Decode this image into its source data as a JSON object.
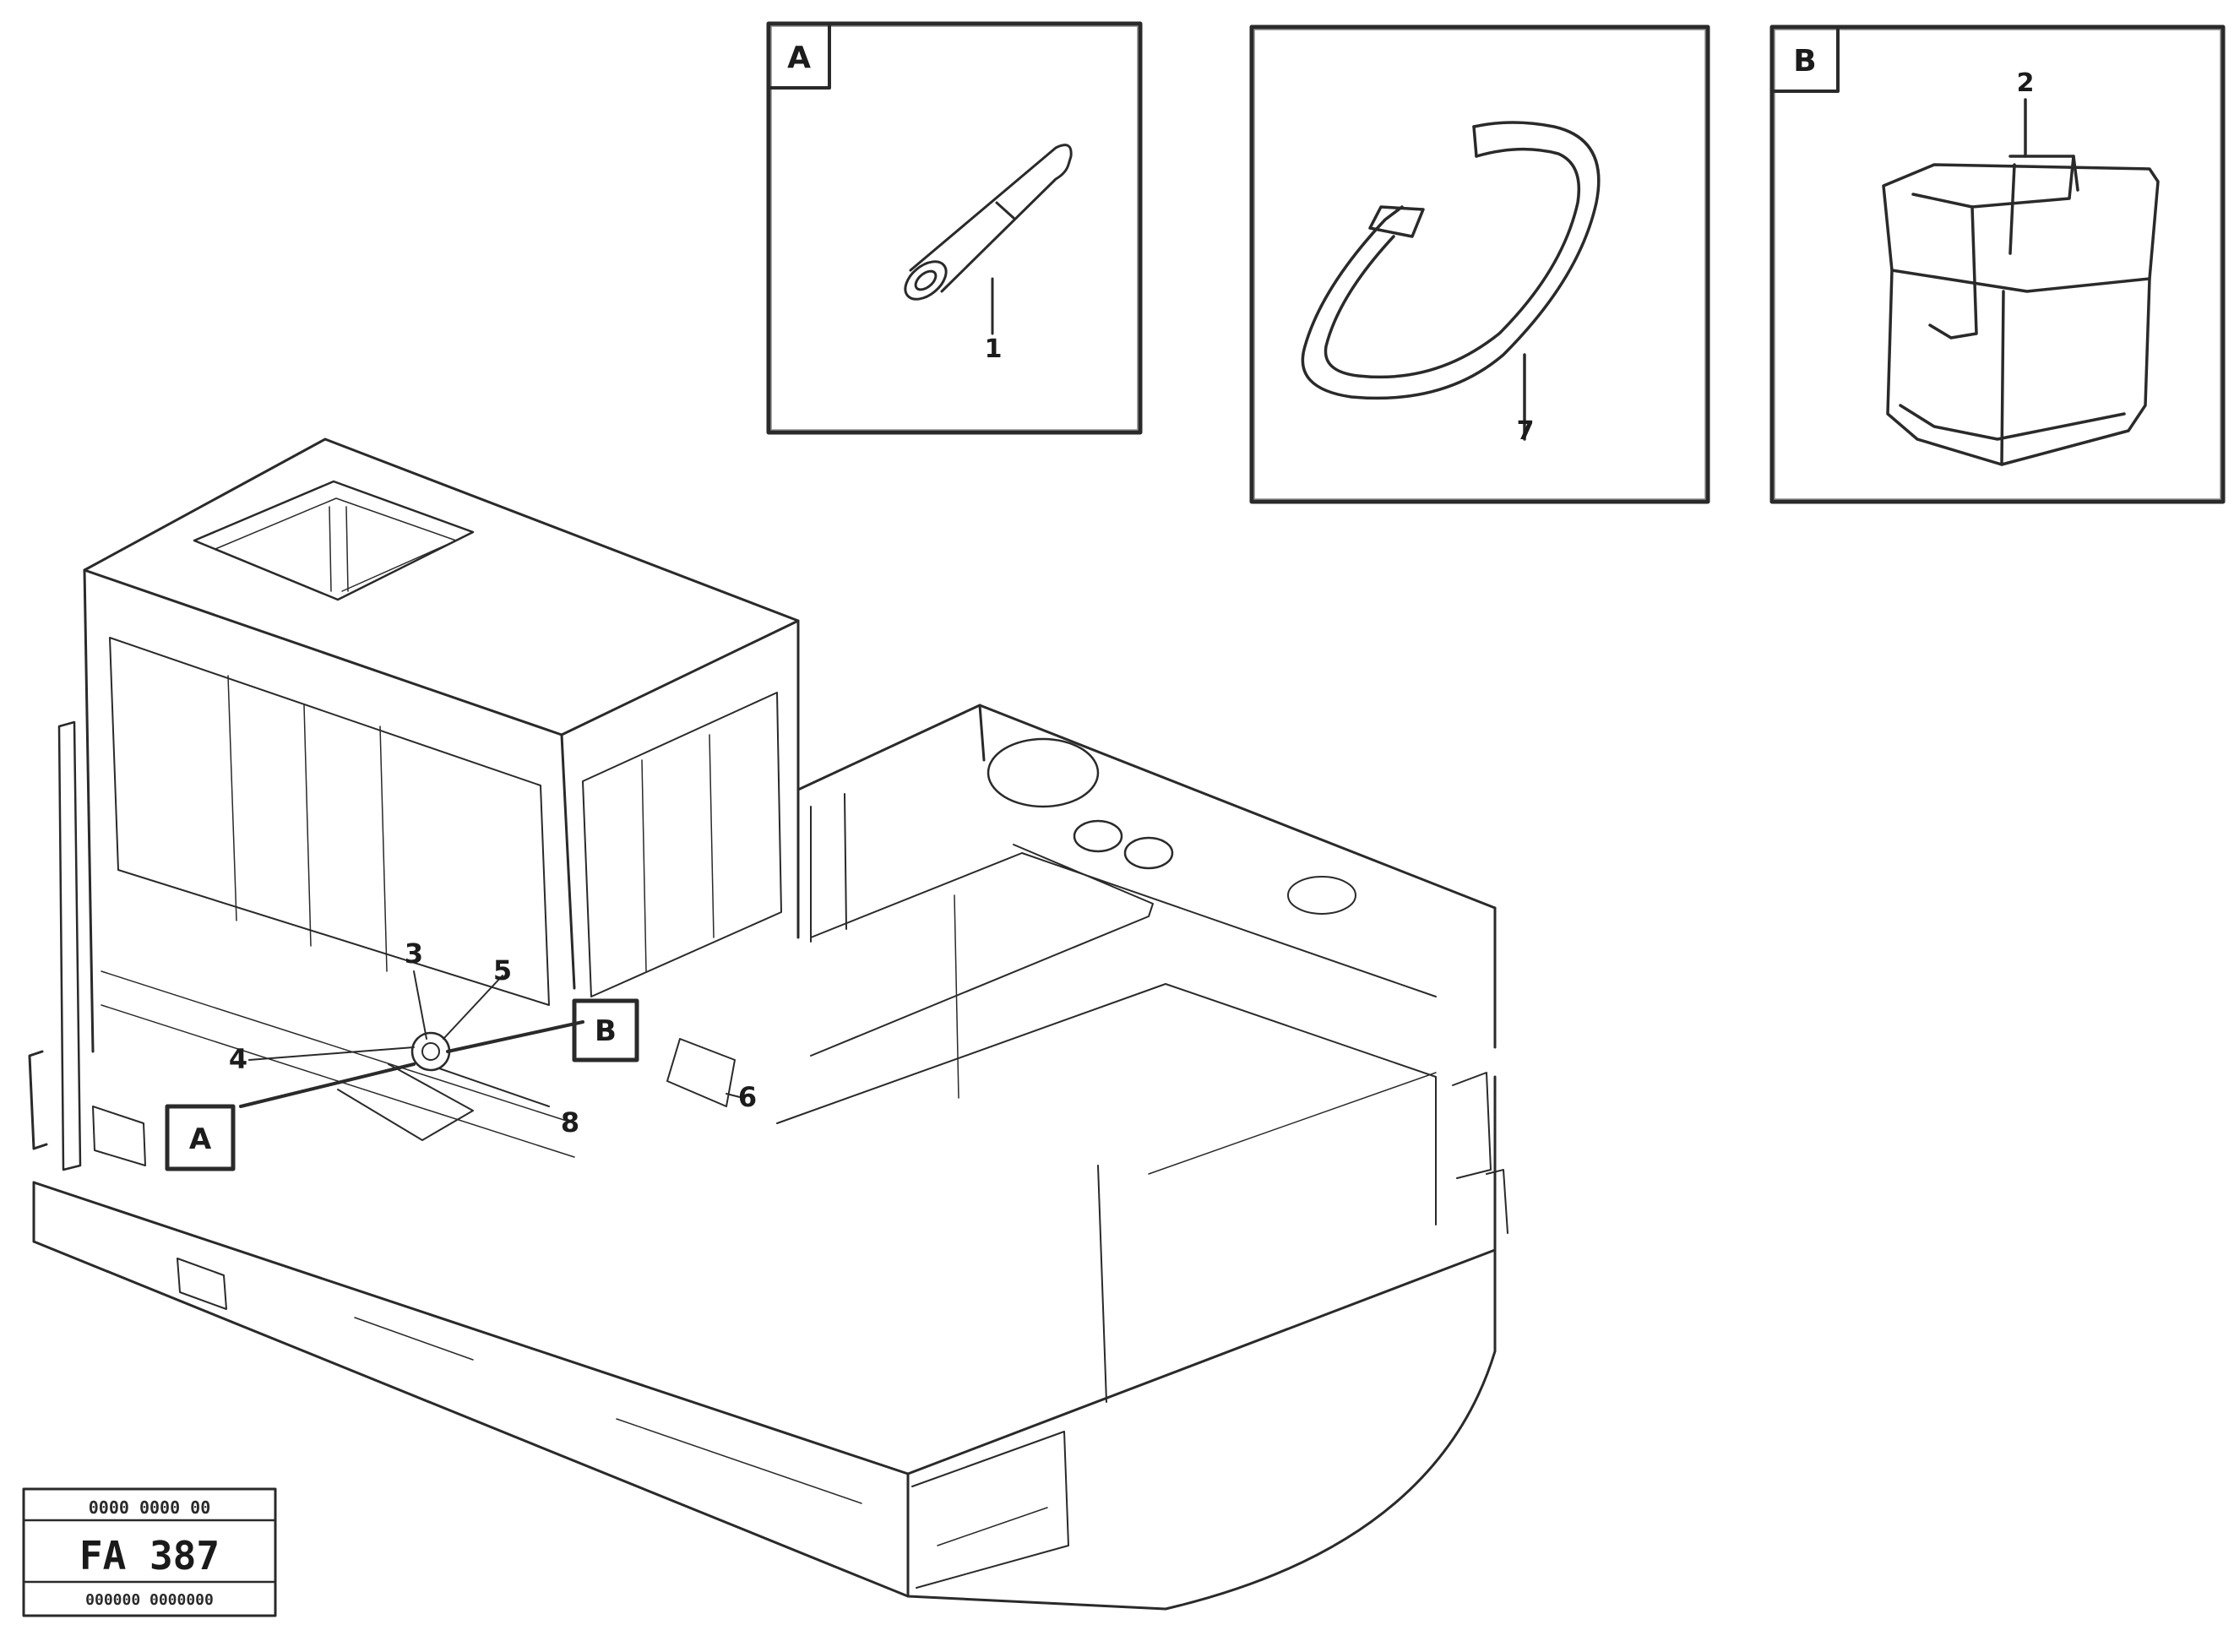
{
  "detail_panels": [
    {
      "tag": "A",
      "callout": "1"
    },
    {
      "tag": "",
      "callout": "7"
    },
    {
      "tag": "B",
      "callout": "2"
    }
  ],
  "assembly_callouts": {
    "c3": "3",
    "c5": "5",
    "c4": "4",
    "c6": "6",
    "c8": "8",
    "tag_a": "A",
    "tag_b": "B"
  },
  "reference_box": {
    "top": "0000 0000 00",
    "code": "FA 387",
    "bottom": "000000 0000000"
  },
  "icons": [
    "cable-sleeve-icon",
    "cable-tie-icon",
    "cover-cap-icon",
    "machine-upperstructure-icon"
  ]
}
